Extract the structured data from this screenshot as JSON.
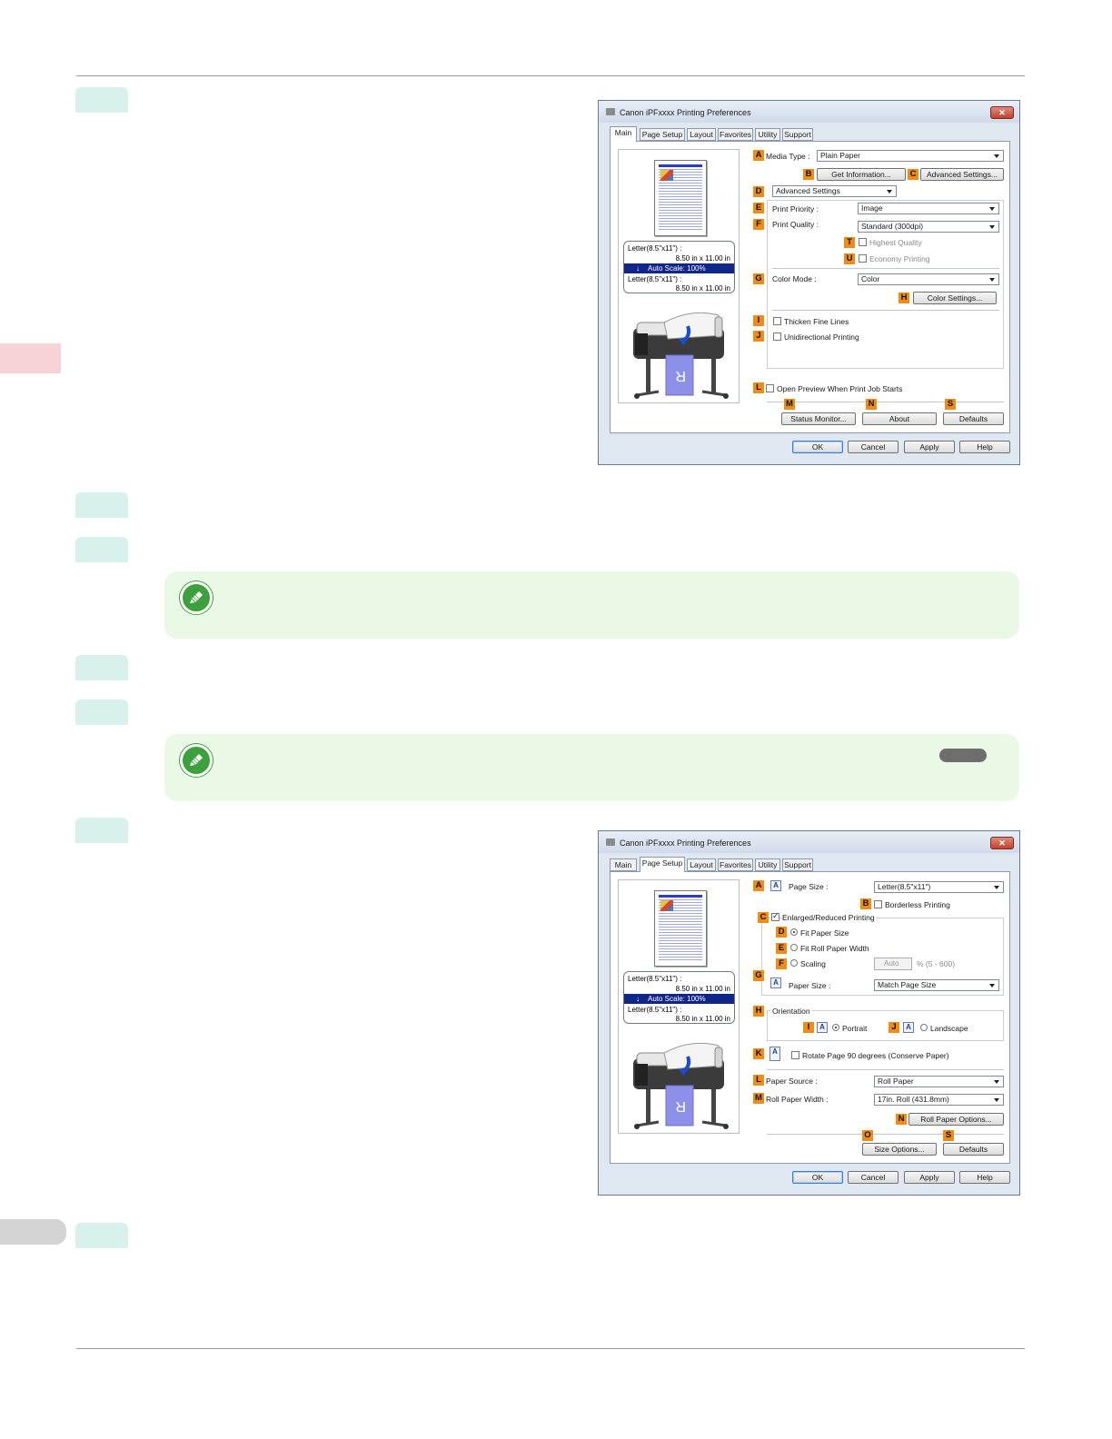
{
  "dialog1": {
    "title": "Canon iPFxxxx Printing Preferences",
    "close": "✕",
    "tabs": [
      "Main",
      "Page Setup",
      "Layout",
      "Favorites",
      "Utility",
      "Support"
    ],
    "active_tab": "Main",
    "preview": {
      "l1": "Letter(8.5\"x11\") :",
      "l2": "8.50 in x 11.00 in",
      "bar": "Auto Scale: 100%",
      "l3": "Letter(8.5\"x11\") :",
      "l4": "8.50 in x 11.00 in"
    },
    "labels": {
      "A": "A",
      "B": "B",
      "C": "C",
      "D": "D",
      "E": "E",
      "F": "F",
      "T": "T",
      "U": "U",
      "G": "G",
      "H": "H",
      "I": "I",
      "J": "J",
      "L": "L",
      "M": "M",
      "N": "N",
      "S": "S"
    },
    "media_type_label": "Media Type :",
    "media_type_value": "Plain Paper",
    "get_information": "Get Information...",
    "advanced_settings_btn": "Advanced Settings...",
    "mode_value": "Advanced Settings",
    "print_priority_label": "Print Priority :",
    "print_priority_value": "Image",
    "print_quality_label": "Print Quality :",
    "print_quality_value": "Standard (300dpi)",
    "highest_quality": "Highest Quality",
    "economy_printing": "Economy Printing",
    "color_mode_label": "Color Mode :",
    "color_mode_value": "Color",
    "color_settings": "Color Settings...",
    "thicken_fine_lines": "Thicken Fine Lines",
    "unidirectional_printing": "Unidirectional Printing",
    "open_preview": "Open Preview When Print Job Starts",
    "status_monitor": "Status Monitor...",
    "about": "About",
    "defaults": "Defaults",
    "ok": "OK",
    "cancel": "Cancel",
    "apply": "Apply",
    "help": "Help"
  },
  "dialog2": {
    "title": "Canon iPFxxxx Printing Preferences",
    "close": "✕",
    "tabs": [
      "Main",
      "Page Setup",
      "Layout",
      "Favorites",
      "Utility",
      "Support"
    ],
    "active_tab": "Page Setup",
    "preview": {
      "l1": "Letter(8.5\"x11\") :",
      "l2": "8.50 in x 11.00 in",
      "bar": "Auto Scale: 100%",
      "l3": "Letter(8.5\"x11\") :",
      "l4": "8.50 in x 11.00 in"
    },
    "labels": {
      "A": "A",
      "B": "B",
      "C": "C",
      "D": "D",
      "E": "E",
      "F": "F",
      "G": "G",
      "H": "H",
      "I": "I",
      "J": "J",
      "K": "K",
      "L": "L",
      "M": "M",
      "N": "N",
      "O": "O",
      "S": "S"
    },
    "page_size_label": "Page Size :",
    "page_size_value": "Letter(8.5\"x11\")",
    "borderless_printing": "Borderless Printing",
    "enlarged_reduced": "Enlarged/Reduced Printing",
    "fit_paper_size": "Fit Paper Size",
    "fit_roll_paper_width": "Fit Roll Paper Width",
    "scaling": "Scaling",
    "scaling_value": "Auto",
    "scaling_range": "% (5 - 600)",
    "paper_size_label": "Paper Size :",
    "paper_size_value": "Match Page Size",
    "orientation": "Orientation",
    "portrait": "Portrait",
    "landscape": "Landscape",
    "rotate_page": "Rotate Page 90 degrees (Conserve Paper)",
    "paper_source_label": "Paper Source :",
    "paper_source_value": "Roll Paper",
    "roll_paper_width_label": "Roll Paper Width :",
    "roll_paper_width_value": "17in. Roll (431.8mm)",
    "roll_paper_options": "Roll Paper Options...",
    "size_options": "Size Options...",
    "defaults": "Defaults",
    "ok": "OK",
    "cancel": "Cancel",
    "apply": "Apply",
    "help": "Help",
    "icon_letter": "A"
  },
  "colors": {
    "step_tab": "#d8f1ec",
    "note_bg": "#eaf8e6",
    "label_orange": "#f08c16",
    "side_tab": "#f7d3d8"
  }
}
